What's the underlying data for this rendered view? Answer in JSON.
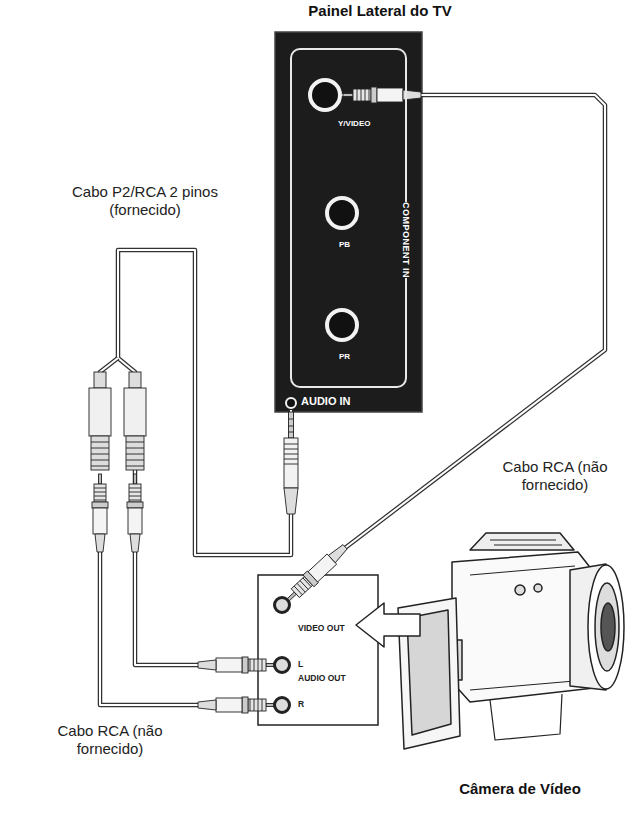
{
  "diagram": {
    "nodes": [
      {
        "text": [
          "Painel Lateral do TV",
          "COMPONENT IN"
        ]
      },
      {
        "text": [
          "Y/VIDEO"
        ],
        "in": 0
      },
      {
        "text": [
          "PB"
        ],
        "in": 0
      },
      {
        "text": [
          "PR"
        ],
        "in": 0
      },
      {
        "text": [
          "AUDIO IN"
        ],
        "in": 0
      },
      {
        "text": [
          "VIDEO OUT",
          "L",
          "AUDIO OUT",
          "R"
        ]
      }
    ],
    "edges": [
      {
        "from": 5,
        "to": 1,
        "arrow": "none"
      },
      {
        "from": 5,
        "to": 4,
        "arrow": "none"
      }
    ],
    "labels": [
      "Cabo P2/RCA 2 pinos (fornecido)",
      "Cabo RCA (não fornecido)",
      "Cabo RCA (não fornecido)",
      "Câmera de Vídeo"
    ]
  }
}
